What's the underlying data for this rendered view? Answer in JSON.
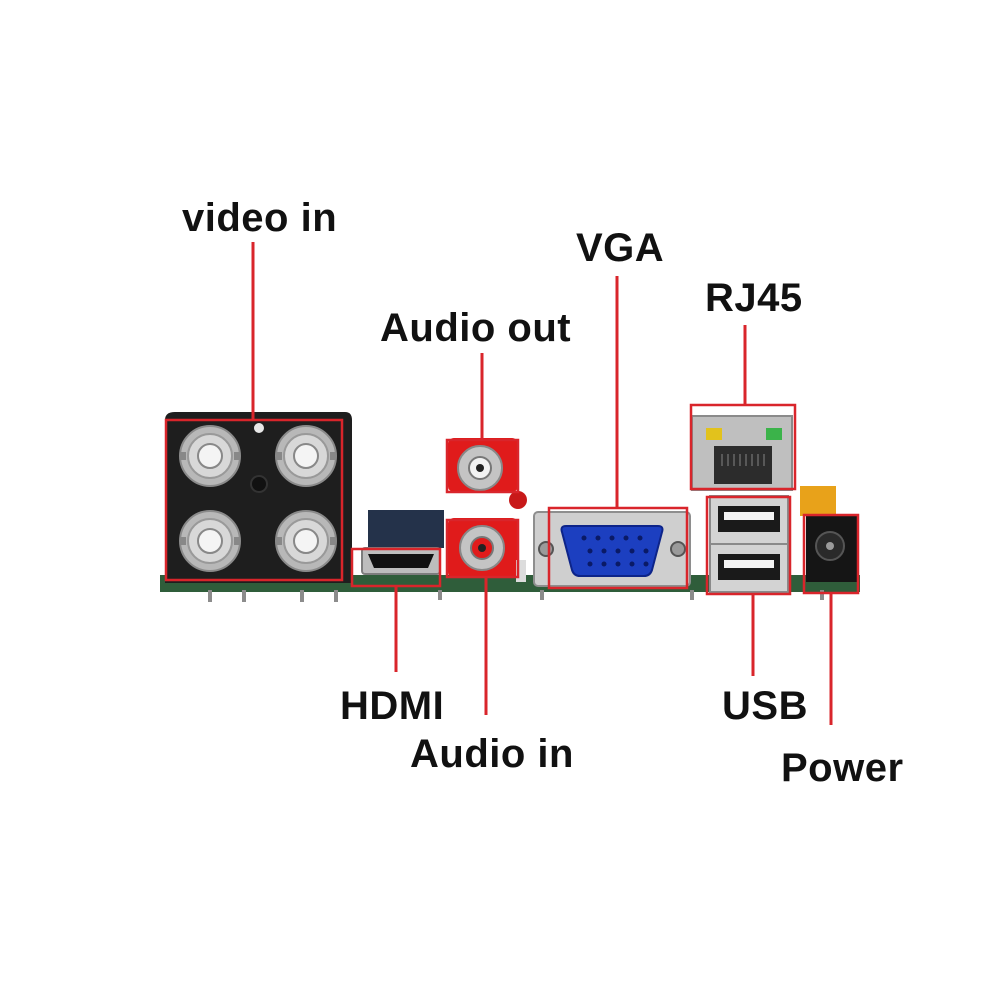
{
  "labels": {
    "video_in": "video in",
    "audio_out": "Audio out",
    "vga": "VGA",
    "rj45": "RJ45",
    "hdmi": "HDMI",
    "audio_in": "Audio in",
    "usb": "USB",
    "power": "Power"
  },
  "colors": {
    "callout": "#d9252b",
    "board": "#2a6b3a",
    "metal": "#c9c9c9",
    "vga_blue": "#1c3fc0",
    "rca_red": "#e01b1b",
    "black_plate": "#1e1e1e",
    "yellow_tape": "#e8a21a"
  },
  "icons": {
    "bnc": "bnc-connector-icon",
    "rca": "rca-jack-icon",
    "hdmi": "hdmi-port-icon",
    "vga": "vga-port-icon",
    "rj45": "rj45-port-icon",
    "usb": "usb-port-icon",
    "power": "dc-jack-icon"
  }
}
